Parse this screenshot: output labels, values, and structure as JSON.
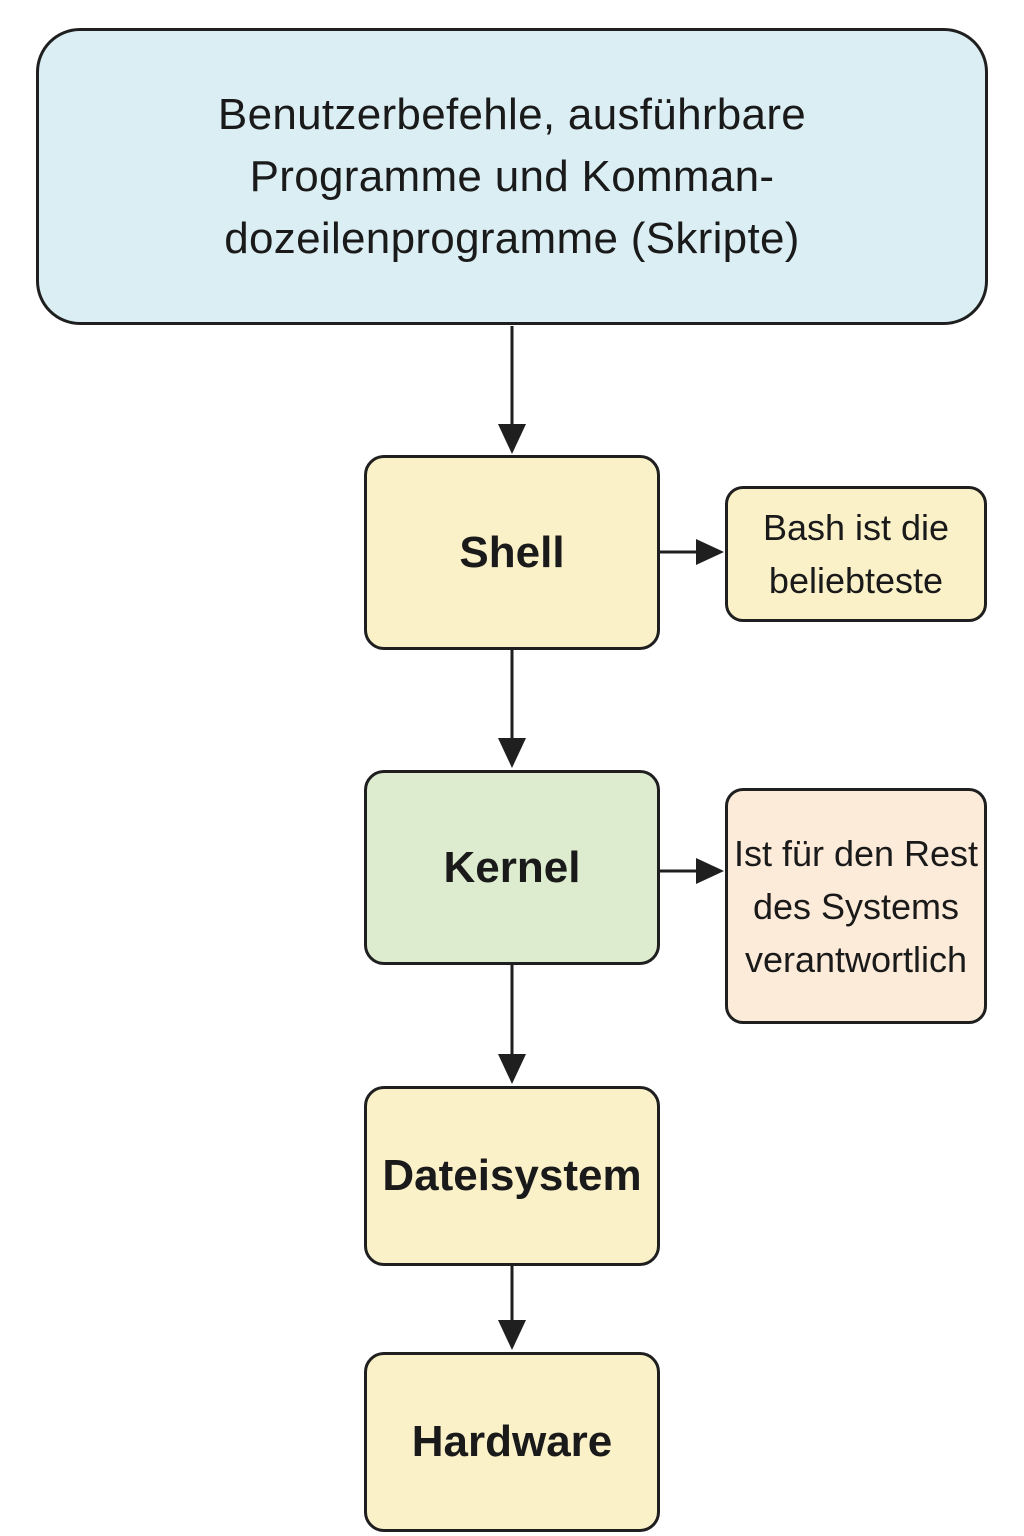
{
  "nodes": {
    "top": "Benutzerbefehle, ausführbare Programme und Komman-dozeilenprogramme (Skripte)",
    "shell": "Shell",
    "kernel": "Kernel",
    "filesystem": "Dateisystem",
    "hardware": "Hardware"
  },
  "notes": {
    "shell": "Bash ist die beliebteste",
    "kernel": "Ist für den Rest des Systems verantwortlich"
  },
  "colors": {
    "top_fill": "#daeef4",
    "layer_fill": "#fbf1c9",
    "kernel_fill": "#ddebce",
    "kernel_note_fill": "#fcebd9",
    "stroke": "#1f1f1f"
  }
}
